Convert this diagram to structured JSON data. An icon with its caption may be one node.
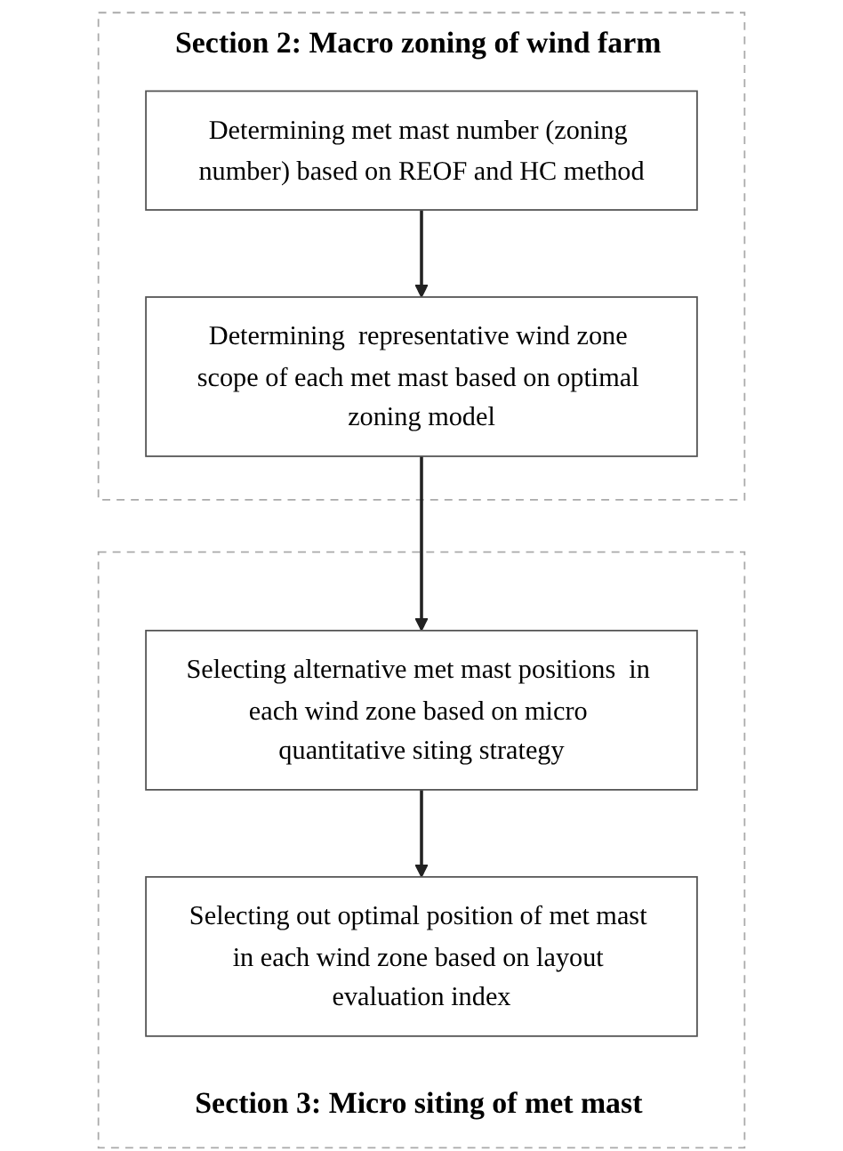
{
  "diagram": {
    "nodes": [
      {
        "text": [
          "Section 2: Macro zoning of wind farm"
        ]
      },
      {
        "text": [
          "Determining met mast number (zoning number) based on REOF and HC method"
        ],
        "in": 0
      },
      {
        "text": [
          "Determining  representative wind zone scope of each met mast based on optimal zoning model"
        ],
        "in": 0
      },
      {
        "text": [
          "Section 3: Micro siting of met mast"
        ]
      },
      {
        "text": [
          "Selecting alternative met mast positions  in each wind zone based on micro quantitative siting strategy"
        ],
        "in": 3
      },
      {
        "text": [
          "Selecting out optimal position of met mast in each wind zone based on layout evaluation index"
        ],
        "in": 3
      }
    ],
    "edges": [
      {
        "from": 1,
        "to": 2,
        "arrow": "to"
      },
      {
        "from": 2,
        "to": 4,
        "arrow": "to"
      },
      {
        "from": 4,
        "to": 5,
        "arrow": "to"
      }
    ]
  }
}
